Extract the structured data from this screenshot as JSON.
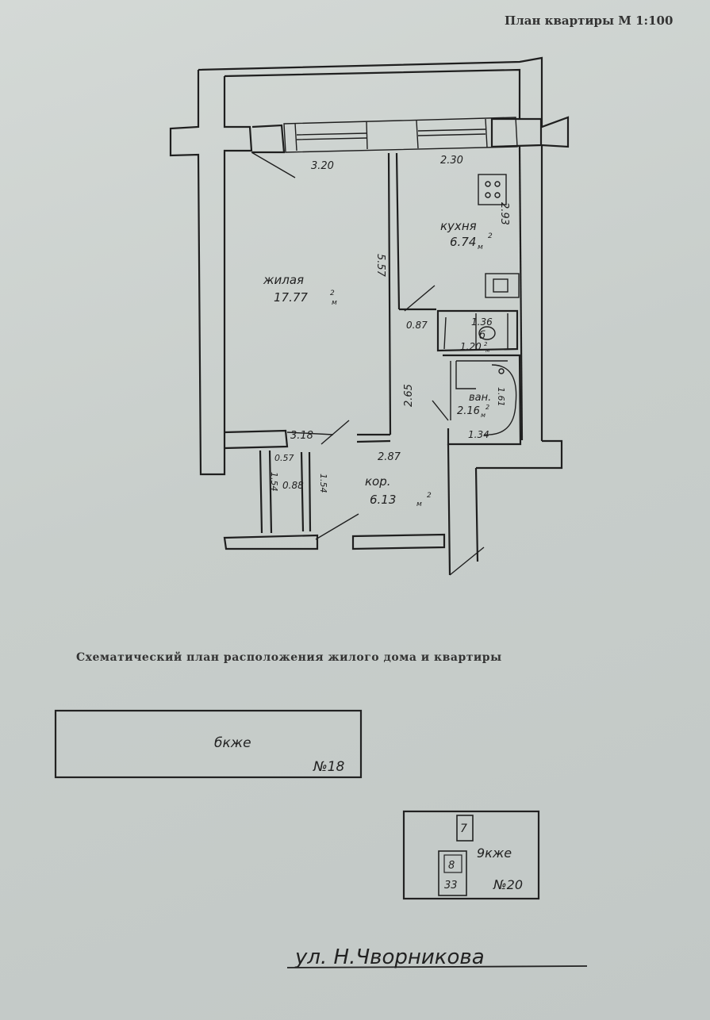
{
  "header": {
    "title": "План квартиры М 1:100"
  },
  "plan": {
    "rooms": {
      "living": {
        "name": "жилая",
        "area": "17.77",
        "area_unit": "м",
        "area_sup": "2"
      },
      "kitchen": {
        "name": "кухня",
        "area": "6.74",
        "area_unit": "м",
        "area_sup": "2"
      },
      "bath": {
        "name": "ван.",
        "area": "2.16",
        "area_unit": "м",
        "area_sup": "2"
      },
      "corridor": {
        "name": "кор.",
        "area": "6.13",
        "area_unit": "м",
        "area_sup": "2"
      },
      "wc": {
        "area": "1.20",
        "area_unit": "м",
        "area_sup": "2",
        "fixture": "б"
      },
      "closet": {
        "area": "0.88"
      }
    },
    "dimensions": {
      "living_top": "3.20",
      "kitchen_top": "2.30",
      "kitchen_side": "2.93",
      "living_side": "5.57",
      "living_side_lower": "2.65",
      "living_bottom": "3.18",
      "door_small": "0.87",
      "wc_top": "1.36",
      "bath_side": "1.61",
      "bath_bottom": "1.34",
      "corridor_top": "2.87",
      "closet_top": "0.57",
      "closet_left": "1.54",
      "closet_right": "1.54"
    }
  },
  "site_plan": {
    "caption": "Схематический план расположения жилого дома и квартиры",
    "building_1": {
      "label": "бкже",
      "number": "№18"
    },
    "building_2": {
      "label": "9кже",
      "number": "№20",
      "box_1": "7",
      "box_2_top": "8",
      "box_2_bottom": "33"
    },
    "street": "ул. Н.Чворникова"
  }
}
